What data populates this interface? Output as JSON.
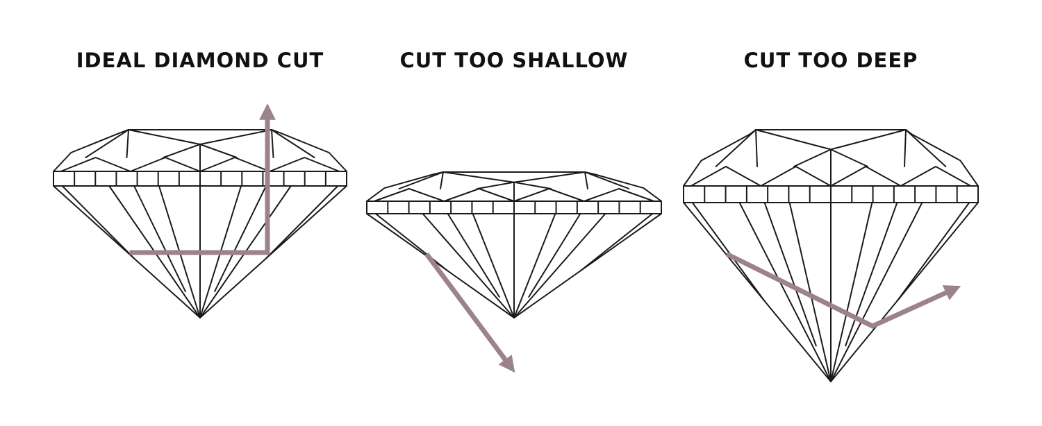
{
  "panels": [
    {
      "title": "IDEAL DIAMOND CUT"
    },
    {
      "title": "CUT TOO SHALLOW"
    },
    {
      "title": "CUT TOO DEEP"
    }
  ],
  "colors": {
    "ray": "#9c8389",
    "ray_fade": "#efe6e8",
    "outline": "#1a1a1a"
  }
}
